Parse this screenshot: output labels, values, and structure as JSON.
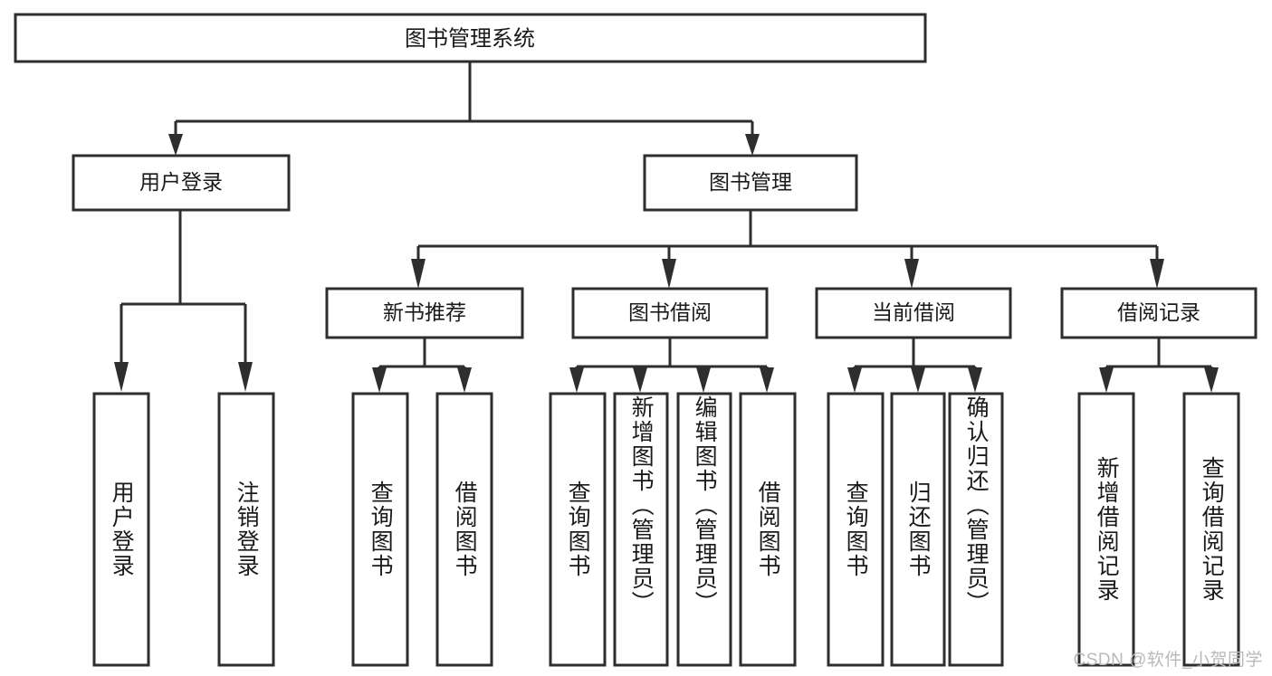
{
  "diagram": {
    "title_node": {
      "label": "图书管理系统"
    },
    "level2": [
      {
        "id": "user-login",
        "label": "用户登录"
      },
      {
        "id": "book-management",
        "label": "图书管理"
      }
    ],
    "level3": [
      {
        "id": "new-book-recommend",
        "label": "新书推荐"
      },
      {
        "id": "book-borrow",
        "label": "图书借阅"
      },
      {
        "id": "current-borrow",
        "label": "当前借阅"
      },
      {
        "id": "borrow-record",
        "label": "借阅记录"
      }
    ],
    "leaves": {
      "user_login": [
        {
          "id": "leaf-user-login",
          "label": "用户登录"
        },
        {
          "id": "leaf-logout-login",
          "label": "注销登录"
        }
      ],
      "new_book_recommend": [
        {
          "id": "leaf-query-book-1",
          "label": "查询图书"
        },
        {
          "id": "leaf-borrow-book-1",
          "label": "借阅图书"
        }
      ],
      "book_borrow": [
        {
          "id": "leaf-query-book-2",
          "label": "查询图书"
        },
        {
          "id": "leaf-add-book",
          "label": "新增图书（管理员）"
        },
        {
          "id": "leaf-edit-book",
          "label": "编辑图书（管理员）"
        },
        {
          "id": "leaf-borrow-book-2",
          "label": "借阅图书"
        }
      ],
      "current_borrow": [
        {
          "id": "leaf-query-book-3",
          "label": "查询图书"
        },
        {
          "id": "leaf-return-book",
          "label": "归还图书"
        },
        {
          "id": "leaf-confirm-return",
          "label": "确认归还（管理员）"
        }
      ],
      "borrow_record": [
        {
          "id": "leaf-add-record",
          "label": "新增借阅记录"
        },
        {
          "id": "leaf-query-record",
          "label": "查询借阅记录"
        }
      ]
    }
  },
  "watermark": {
    "text": "CSDN @软件_小贺同学"
  },
  "colors": {
    "stroke": "#2e2e2e",
    "fill": "#ffffff",
    "text": "#1a1a1a",
    "watermark": "#b9b9b9",
    "background": "#ffffff"
  }
}
